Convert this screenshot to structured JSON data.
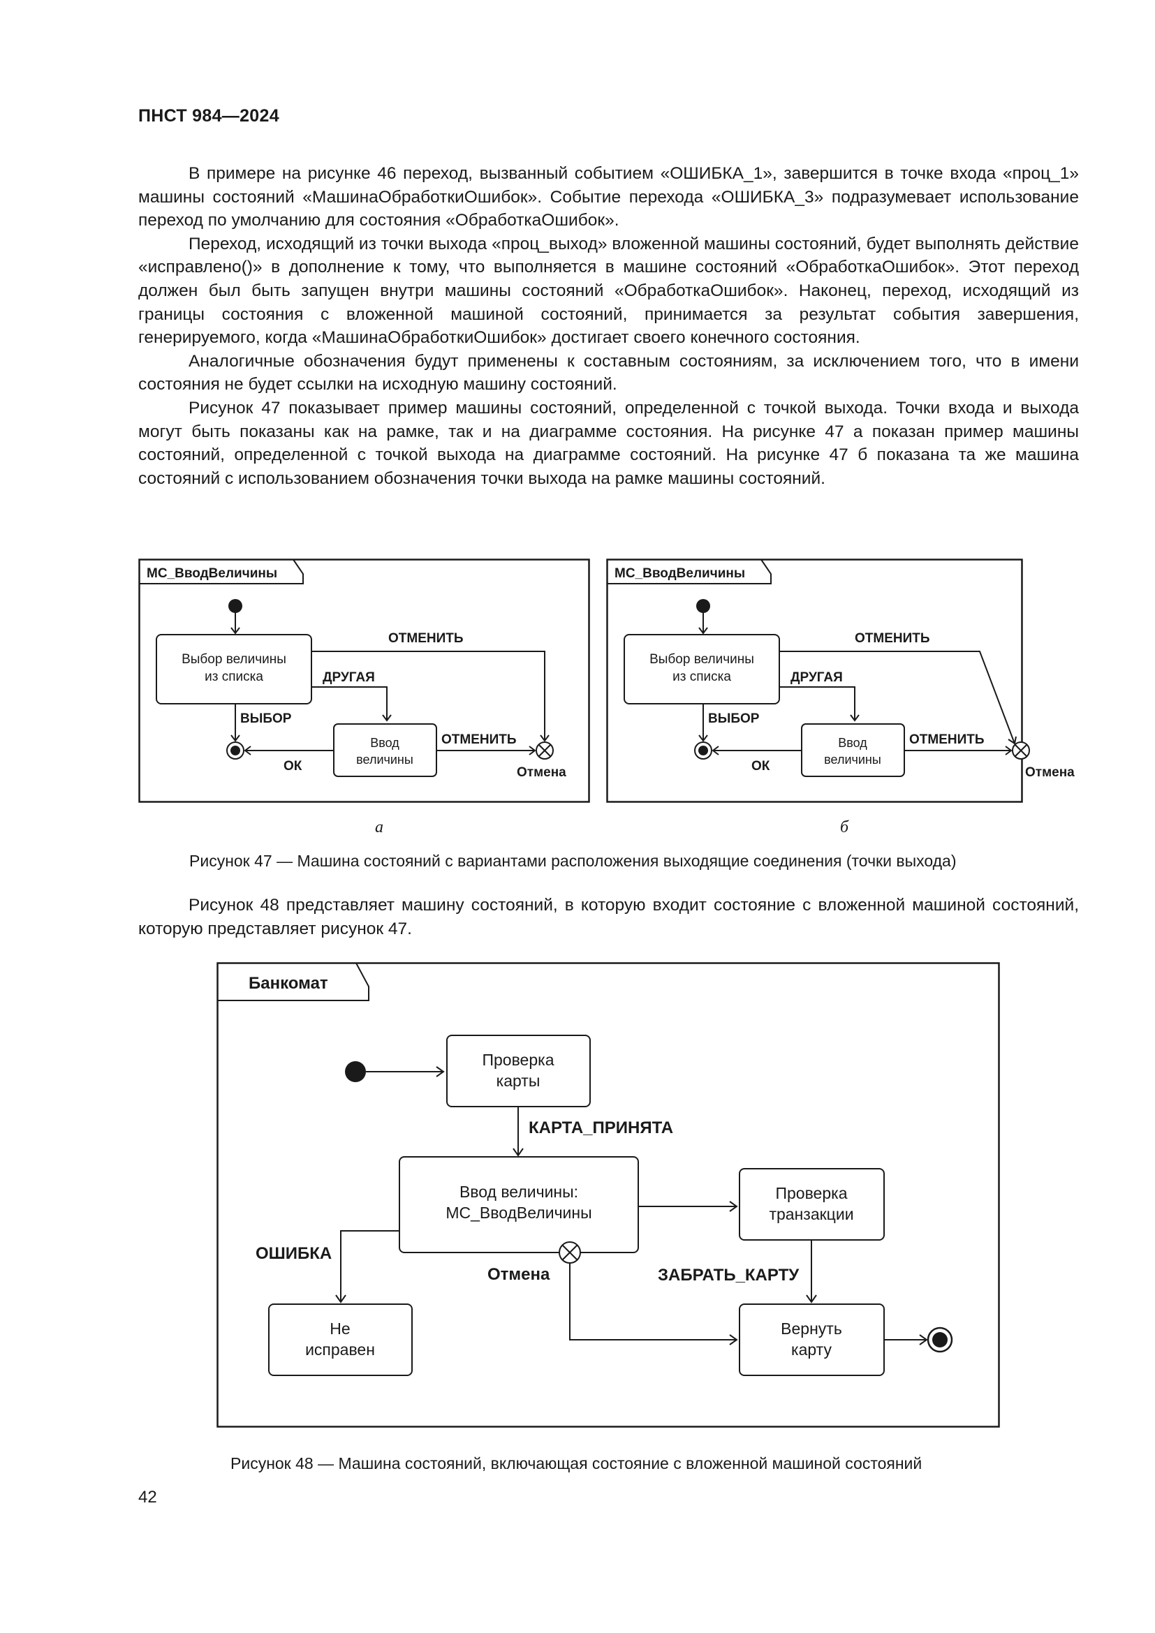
{
  "header": "ПНСТ 984—2024",
  "paragraphs": [
    "В примере на рисунке 46 переход, вызванный событием «ОШИБКА_1», завершится в точке входа «проц_1» машины состояний «МашинаОбработкиОшибок». Событие перехода «ОШИБКА_3» подразумевает использование переход по умолчанию для состояния «ОбработкаОшибок».",
    "Переход, исходящий из точки выхода «проц_выход» вложенной машины состояний, будет выполнять действие «исправлено()» в дополнение к тому, что выполняется в машине состояний «ОбработкаОшибок». Этот переход должен был быть запущен внутри машины состояний «ОбработкаОшибок». Наконец, переход, исходящий из границы состояния с вложенной машиной состояний, принимается за результат события завершения, генерируемого, когда «МашинаОбработкиОшибок» достигает своего конечного состояния.",
    "Аналогичные обозначения будут применены к составным состояниям, за исключением того, что в имени состояния не будет ссылки на исходную машину состояний.",
    "Рисунок 47 показывает пример машины состояний, определенной с точкой выхода. Точки входа и выхода могут быть показаны как на рамке, так и на диаграмме состояния. На рисунке 47 а показан пример машины состояний, определенной с точкой выхода на диаграмме состояний. На рисунке 47 б показана та же машина состояний с использованием обозначения точки выхода на рамке машины состояний."
  ],
  "figure47": {
    "a": {
      "frame_title": "МС_ВводВеличины",
      "state_select_line1": "Выбор величины",
      "state_select_line2": "из списка",
      "state_input_line1": "Ввод",
      "state_input_line2": "величины",
      "label_cancel_top": "ОТМЕНИТЬ",
      "label_other": "ДРУГАЯ",
      "label_choice": "ВЫБОР",
      "label_cancel_mid": "ОТМЕНИТЬ",
      "label_ok": "ОК",
      "label_exit": "Отмена",
      "sublabel": "а"
    },
    "b": {
      "frame_title": "МС_ВводВеличины",
      "state_select_line1": "Выбор величины",
      "state_select_line2": "из списка",
      "state_input_line1": "Ввод",
      "state_input_line2": "величины",
      "label_cancel_top": "ОТМЕНИТЬ",
      "label_other": "ДРУГАЯ",
      "label_choice": "ВЫБОР",
      "label_cancel_mid": "ОТМЕНИТЬ",
      "label_ok": "ОК",
      "label_exit": "Отмена",
      "sublabel": "б"
    },
    "caption": "Рисунок 47 — Машина состояний с вариантами расположения выходящие соединения (точки выхода)"
  },
  "paragraph_fig48": "Рисунок 48 представляет машину состояний, в которую входит состояние с вложенной машиной состояний, которую представляет рисунок 47.",
  "figure48": {
    "frame_title": "Банкомат",
    "state_check_card_line1": "Проверка",
    "state_check_card_line2": "карты",
    "label_card_accepted": "КАРТА_ПРИНЯТА",
    "state_input_line1": "Ввод величины:",
    "state_input_line2": "МС_ВводВеличины",
    "state_check_tx_line1": "Проверка",
    "state_check_tx_line2": "транзакции",
    "label_error": "ОШИБКА",
    "label_exit": "Отмена",
    "label_take_card": "ЗАБРАТЬ_КАРТУ",
    "state_broken_line1": "Не",
    "state_broken_line2": "исправен",
    "state_return_line1": "Вернуть",
    "state_return_line2": "карту",
    "caption": "Рисунок 48 — Машина состояний, включающая состояние с вложенной машиной состояний"
  },
  "page_number": "42"
}
